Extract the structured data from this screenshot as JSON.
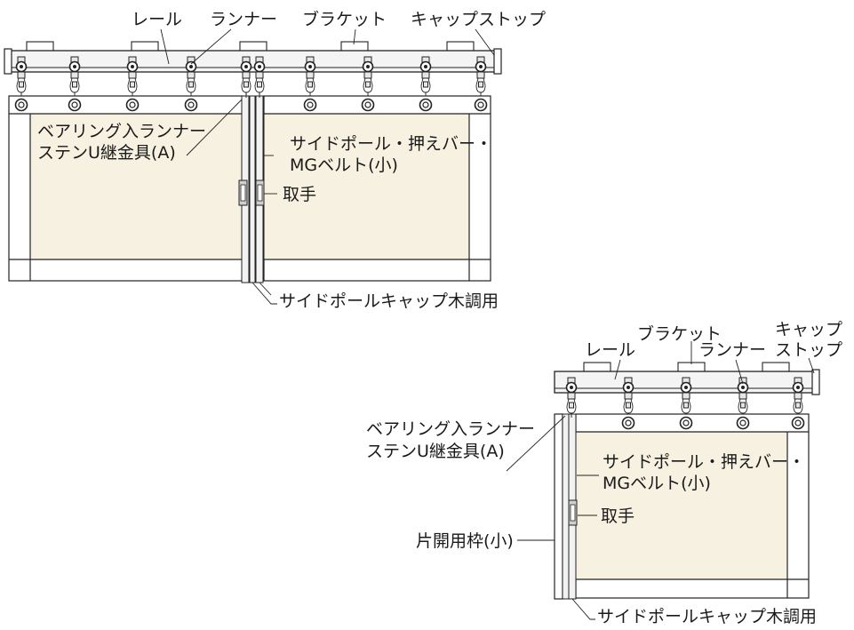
{
  "diagram_top": {
    "labels": {
      "rail": "レール",
      "runner": "ランナー",
      "bracket": "ブラケット",
      "cap_stop": "キャップストップ",
      "bearing_runner_line1": "ベアリング入ランナー",
      "bearing_runner_line2": "ステンU継金具(A)",
      "side_pole_line1": "サイドポール・押えバー・",
      "side_pole_line2": "MGベルト(小)",
      "handle": "取手",
      "side_pole_cap": "サイドポールキャップ木調用"
    }
  },
  "diagram_bottom": {
    "labels": {
      "bracket": "ブラケット",
      "cap_stop_line1": "キャップ",
      "cap_stop_line2": "ストップ",
      "rail": "レール",
      "runner": "ランナー",
      "bearing_runner_line1": "ベアリング入ランナー",
      "bearing_runner_line2": "ステンU継金具(A)",
      "side_pole_line1": "サイドポール・押えバー・",
      "side_pole_line2": "MGベルト(小)",
      "handle": "取手",
      "frame": "片開用枠(小)",
      "side_pole_cap": "サイドポールキャップ木調用"
    }
  }
}
